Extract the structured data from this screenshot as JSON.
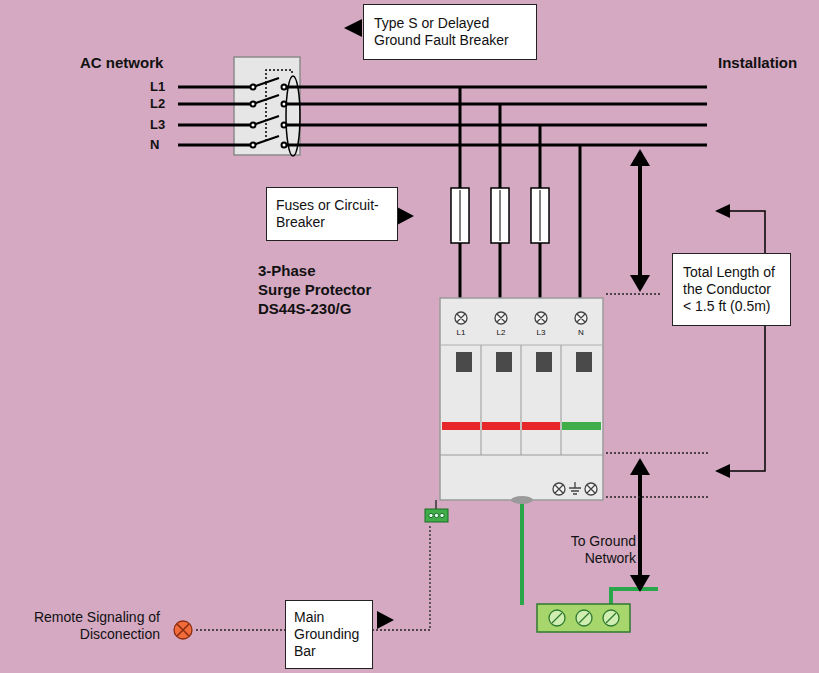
{
  "diagram": {
    "nodes": [
      {
        "text": [
          "Type S or Delayed Ground Fault Breaker"
        ]
      },
      {
        "text": [
          "Fuses or Circuit-Breaker"
        ]
      },
      {
        "text": [
          "Total Length of the Conductor < 1.5 ft (0.5m)"
        ]
      },
      {
        "text": [
          "Main Grounding Bar"
        ]
      }
    ],
    "labels": [
      "AC network",
      "Installation",
      "L1",
      "L2",
      "L3",
      "N",
      "3-Phase",
      "Surge Protector",
      "DS44S-230/G",
      "L1",
      "L2",
      "L3",
      "N",
      "Remote Signaling of Disconection",
      "To Ground Network"
    ]
  }
}
